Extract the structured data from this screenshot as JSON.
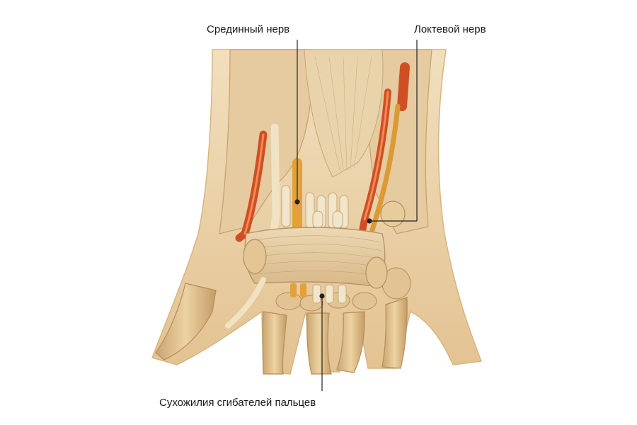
{
  "labels": {
    "median_nerve": "Срединный нерв",
    "ulnar_nerve": "Локтевой нерв",
    "flexor_tendons": "Сухожилия сгибателей пальцев"
  },
  "colors": {
    "skin": "#e9cfa4",
    "bone": "#ddc08c",
    "tendon": "#efe2c3",
    "artery": "#d2542a",
    "nerve": "#e0a23a",
    "ligament": "#e3c9a0",
    "leader_line": "#222222"
  }
}
